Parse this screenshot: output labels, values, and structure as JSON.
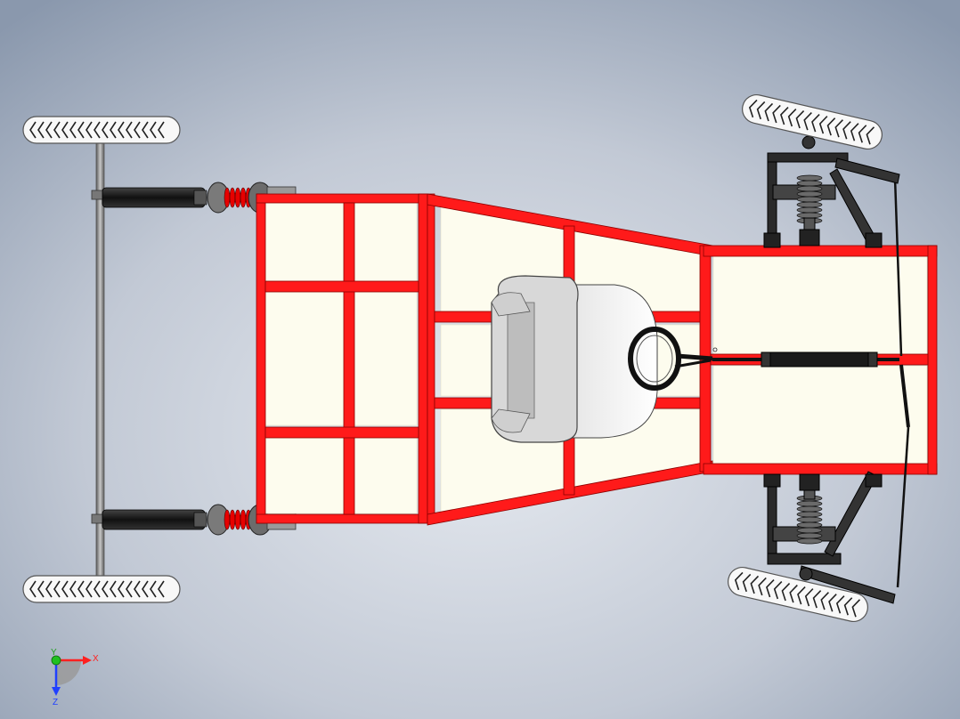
{
  "viewport": {
    "background_top": "#8a98ad",
    "background_center": "#dfe4ec",
    "background_bottom": "#b7c0cf"
  },
  "model": {
    "frame_color": "#ff1a1a",
    "frame_outline": "#8b0000",
    "floor_panel_color": "#fdfcee",
    "tire_color": "#f7f7f7",
    "tire_tread_color": "#222222",
    "shock_spring_color": "#e60000",
    "front_suspension_color": "#1c1c1c",
    "axle_color": "#8c8c8c",
    "seat_color": "#f2f2f2",
    "steering_color": "#111111"
  },
  "triad": {
    "x_label": "X",
    "y_label": "Y",
    "z_label": "Z",
    "x_color": "#ff2020",
    "y_color": "#20c020",
    "z_color": "#2040ff",
    "icon": "coordinate-triad-icon"
  }
}
